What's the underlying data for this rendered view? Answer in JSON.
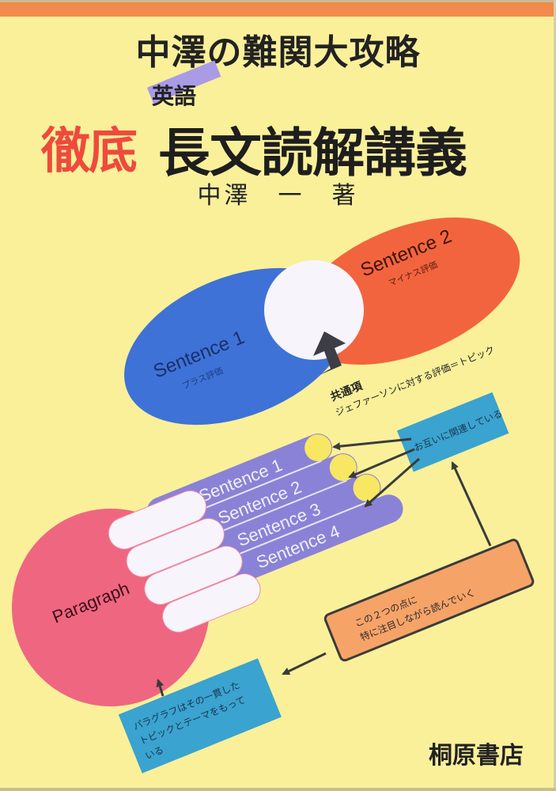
{
  "cover": {
    "series_title": "中澤の難関大攻略",
    "subject": "英語",
    "title_emphasis": "徹底",
    "title_main": "長文読解講義",
    "author": "中澤　一　著",
    "publisher": "桐原書店"
  },
  "venn": {
    "sentence1": {
      "label": "Sentence 1",
      "sub": "プラス評価"
    },
    "sentence2": {
      "label": "Sentence 2",
      "sub": "マイナス評価"
    },
    "common_label": "共通項",
    "common_desc": "ジェファーソンに対する評価＝トピック"
  },
  "paragraph_diagram": {
    "paragraph_label": "Paragraph",
    "sentences": [
      "Sentence 1",
      "Sentence 2",
      "Sentence 3",
      "Sentence 4"
    ]
  },
  "notes": {
    "related": "お互いに関連している",
    "focus_line1": "この２つの点に",
    "focus_line2": "特に注目しながら読んでいく",
    "paragraph_line1": "パラグラフはその一貫した",
    "paragraph_line2": "トピックとテーマをもって",
    "paragraph_line3": "いる"
  },
  "colors": {
    "background": "#faf09a",
    "top_band": "#f28a4c",
    "title_red": "#ee4a3e",
    "sentence1_blue": "#3f72d6",
    "sentence2_orange": "#f2643e",
    "paragraph_pink": "#ef6680",
    "sentence_purple": "#8a82d6",
    "note_blue": "#3aa3cf",
    "note_orange": "#f6a368",
    "dot_yellow": "#f7e763"
  }
}
